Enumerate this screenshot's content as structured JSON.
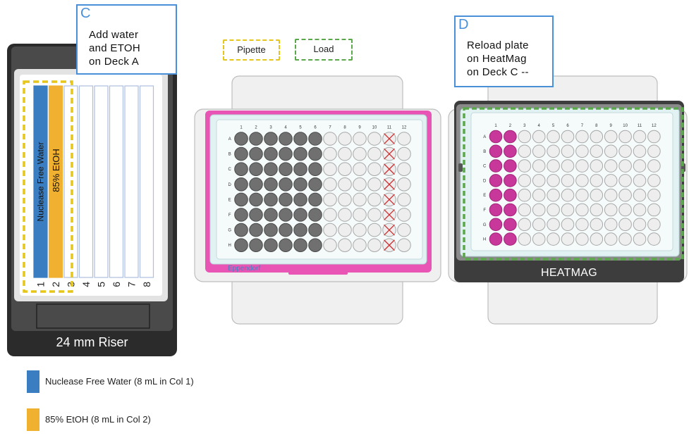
{
  "callouts": {
    "c": {
      "letter": "C",
      "text": "Add water\nand ETOH\non Deck A"
    },
    "d": {
      "letter": "D",
      "text": "Reload plate\non HeatMag\non Deck C --"
    }
  },
  "action_legend": {
    "pipette": {
      "label": "Pipette",
      "color": "#e6c619"
    },
    "load": {
      "label": "Load",
      "color": "#5aa84a"
    }
  },
  "reservoir": {
    "riser_label": "24 mm Riser",
    "column_numbers": [
      "1",
      "2",
      "3",
      "4",
      "5",
      "6",
      "7",
      "8"
    ],
    "col1_label": "Nuclease Free Water",
    "col2_label": "85% EtOH",
    "col1_color": "#3a7dc0",
    "col2_color": "#f0b030"
  },
  "plate_middle": {
    "brand": "Eppendorf",
    "accent": "#e855b5",
    "col_labels": [
      "1",
      "2",
      "3",
      "4",
      "5",
      "6",
      "7",
      "8",
      "9",
      "10",
      "11",
      "12"
    ],
    "row_labels": [
      "A",
      "B",
      "C",
      "D",
      "E",
      "F",
      "G",
      "H"
    ],
    "filled_cols": 6,
    "crossed_col": 11
  },
  "plate_right": {
    "module_label": "HEATMAG",
    "col_labels": [
      "1",
      "2",
      "3",
      "4",
      "5",
      "6",
      "7",
      "8",
      "9",
      "10",
      "11",
      "12"
    ],
    "row_labels": [
      "A",
      "B",
      "C",
      "D",
      "E",
      "F",
      "G",
      "H"
    ],
    "filled_cols": 2,
    "fill_color": "#c8389a"
  },
  "reagent_key": [
    {
      "label": "Nuclease Free Water (8 mL in Col 1)",
      "color": "#3a7dc0"
    },
    {
      "label": "85% EtOH (8 mL in Col 2)",
      "color": "#f0b030"
    }
  ]
}
